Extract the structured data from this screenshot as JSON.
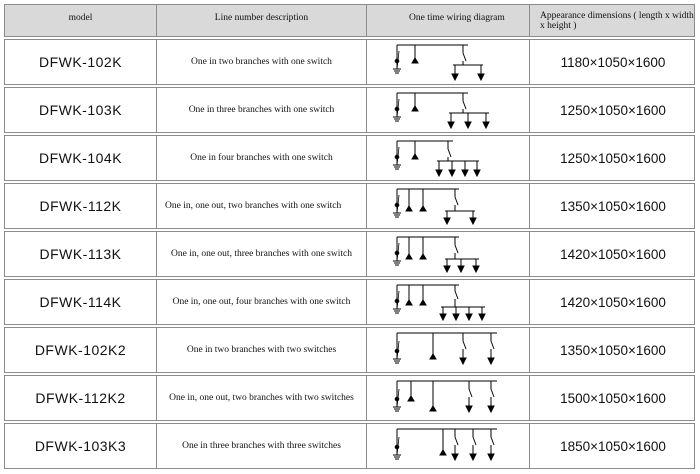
{
  "header": {
    "model": "model",
    "description": "Line number description",
    "diagram": "One time wiring diagram",
    "dimensions": "Appearance dimensions ( length x width x height )"
  },
  "rows": [
    {
      "model": "DFWK-102K",
      "description": "One in two branches with one switch",
      "dimensions": "1180×1050×1600",
      "diagram_icon": "wiring-1in-2branch-1switch"
    },
    {
      "model": "DFWK-103K",
      "description": "One in three branches with one switch",
      "dimensions": "1250×1050×1600",
      "diagram_icon": "wiring-1in-3branch-1switch"
    },
    {
      "model": "DFWK-104K",
      "description": "One in four branches with one switch",
      "dimensions": "1250×1050×1600",
      "diagram_icon": "wiring-1in-4branch-1switch"
    },
    {
      "model": "DFWK-112K",
      "description": "One in, one out, two branches with one switch",
      "dimensions": "1350×1050×1600",
      "diagram_icon": "wiring-1in-1out-2branch-1switch"
    },
    {
      "model": "DFWK-113K",
      "description": "One in, one out, three branches with one switch",
      "dimensions": "1420×1050×1600",
      "diagram_icon": "wiring-1in-1out-3branch-1switch"
    },
    {
      "model": "DFWK-114K",
      "description": "One in, one out, four branches with one switch",
      "dimensions": "1420×1050×1600",
      "diagram_icon": "wiring-1in-1out-4branch-1switch"
    },
    {
      "model": "DFWK-102K2",
      "description": "One in two branches with two switches",
      "dimensions": "1350×1050×1600",
      "diagram_icon": "wiring-1in-2branch-2switch"
    },
    {
      "model": "DFWK-112K2",
      "description": "One in, one out, two branches with two switches",
      "dimensions": "1500×1050×1600",
      "diagram_icon": "wiring-1in-1out-2branch-2switch"
    },
    {
      "model": "DFWK-103K3",
      "description": "One in three branches with three switches",
      "dimensions": "1850×1050×1600",
      "diagram_icon": "wiring-1in-3branch-3switch"
    }
  ]
}
